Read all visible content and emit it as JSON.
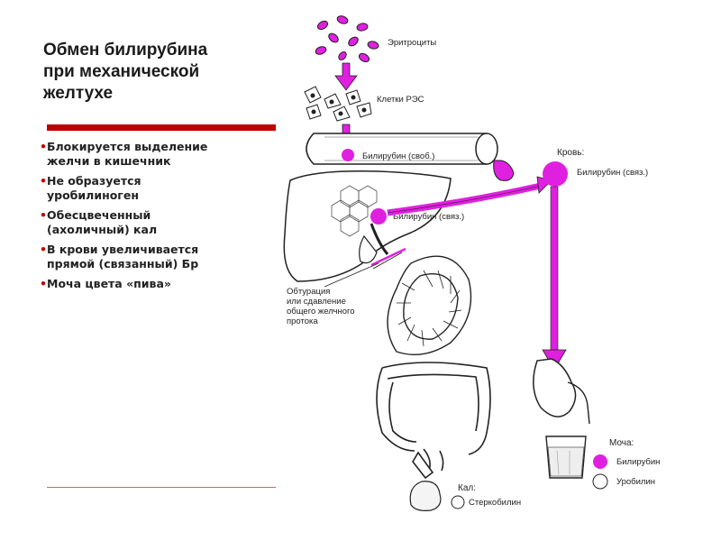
{
  "title": "Обмен билирубина\nпри механической\nжелтухе",
  "bullets": [
    "Блокируется выделение\nжелчи в кишечник",
    "Не образуется\nуробилиноген",
    "Обесцвеченный\n(ахоличный) кал",
    "В крови увеличивается\nпрямой (связанный) Бр",
    "Моча цвета «пива»"
  ],
  "diagram": {
    "erythrocytes": "Эритроциты",
    "res_cells": "Клетки РЭС",
    "bilirubin_free": "Билирубин (своб.)",
    "blood": "Кровь:",
    "bilirubin_bound_blood": "Билирубин (связ.)",
    "bilirubin_bound_liver": "Билирубин (связ.)",
    "obstruction": [
      "Обтурация",
      "или сдавление",
      "общего желчного",
      "протока"
    ],
    "urine": "Моча:",
    "urine_bilirubin": "Билирубин",
    "urine_urobilin": "Уробилин",
    "stool": "Кал:",
    "stercobilin": "Стеркобилин"
  },
  "colors": {
    "accent": "#c00000",
    "pigment": "#e020e0"
  }
}
